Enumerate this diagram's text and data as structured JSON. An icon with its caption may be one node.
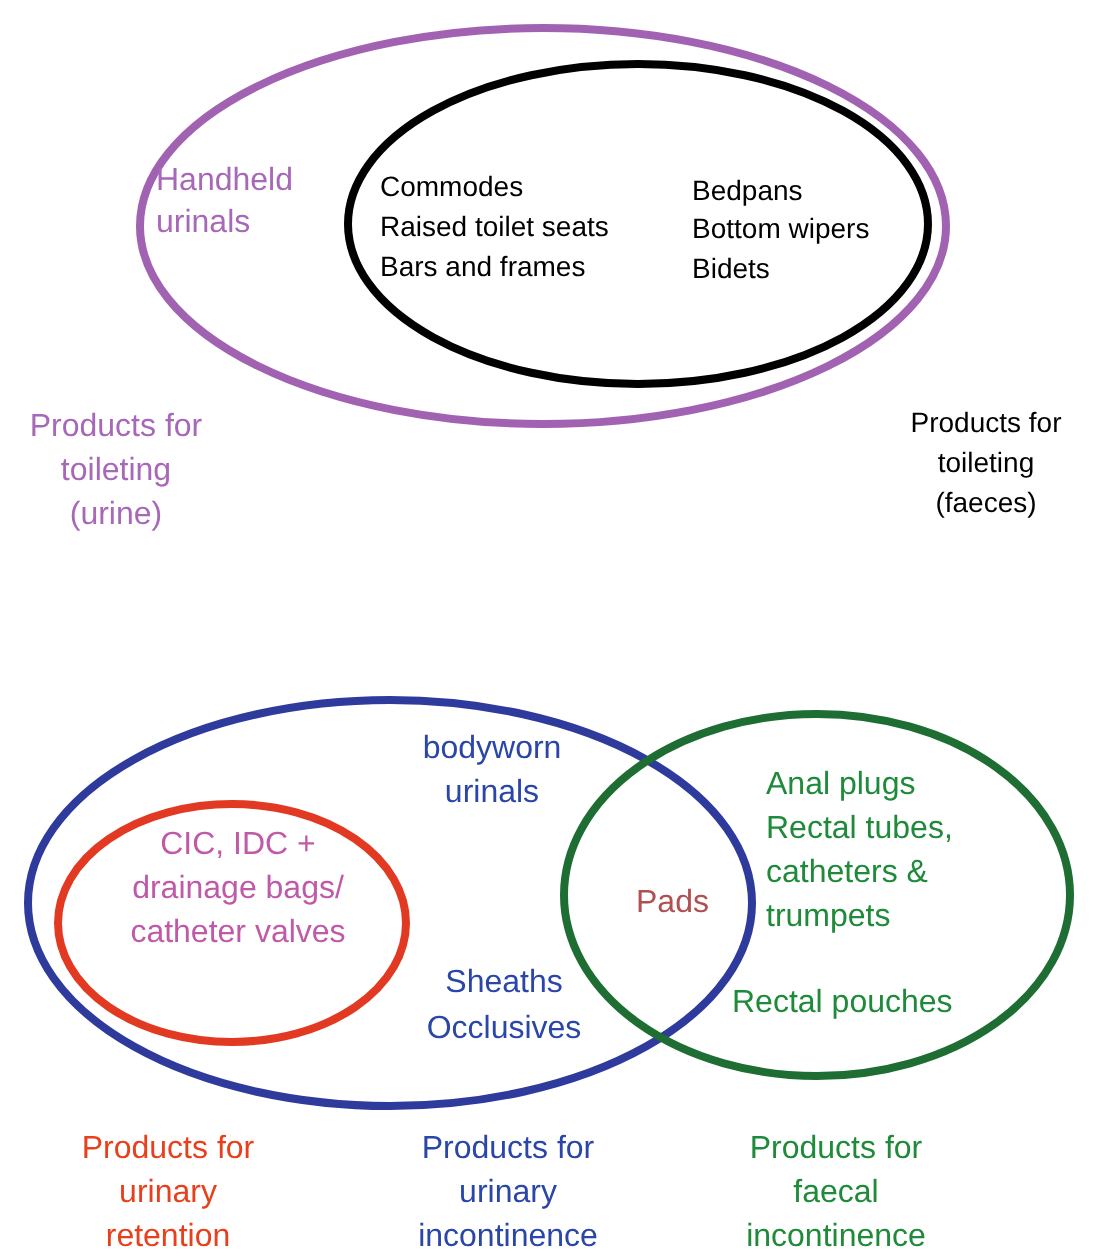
{
  "diagram": {
    "nodes": [
      {
        "text": [
          "Handheld urinals"
        ],
        "beside": [
          "Products for toileting (urine)"
        ]
      },
      {
        "text": [
          "Commodes",
          "Raised toilet seats",
          "Bars and frames",
          "Bedpans",
          "Bottom wipers",
          "Bidets"
        ],
        "in": 0,
        "beside": [
          "Products for toileting (faeces)"
        ]
      },
      {
        "text": [
          "bodyworn urinals",
          "Sheaths",
          "Occlusives"
        ],
        "beside": [
          "Products for urinary incontinence"
        ]
      },
      {
        "text": [
          "CIC, IDC + drainage bags/ catheter valves"
        ],
        "in": 2,
        "beside": [
          "Products for urinary retention"
        ]
      },
      {
        "text": [
          "Anal plugs",
          "Rectal tubes, catheters & trumpets",
          "Rectal pouches"
        ],
        "beside": [
          "Products for faecal incontinence"
        ]
      }
    ],
    "labels": [
      "Pads"
    ]
  }
}
